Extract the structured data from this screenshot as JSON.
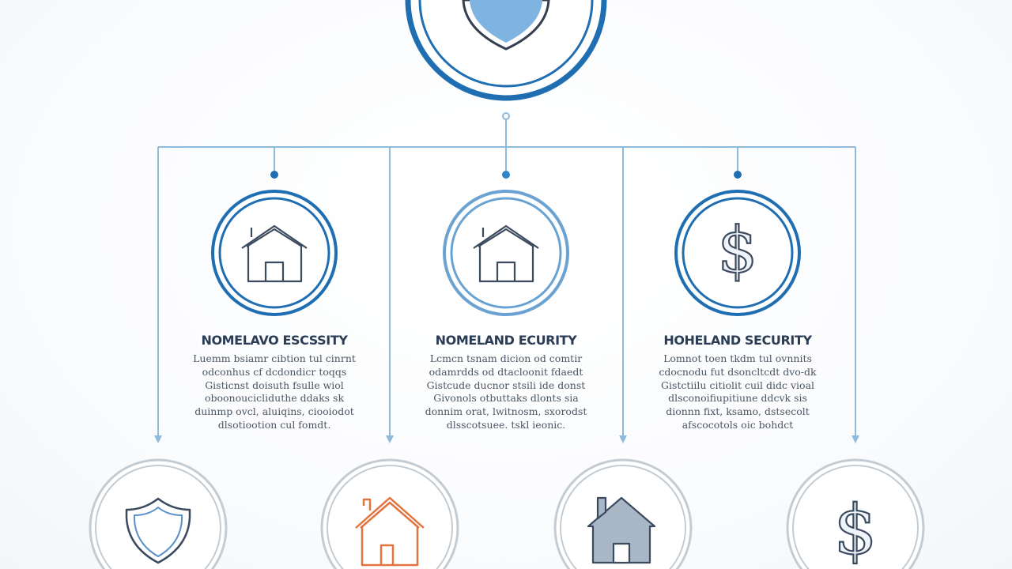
{
  "colors": {
    "connector": "#8fbad9",
    "ring_primary": "#1f6eb2",
    "ring_light": "#7fb3dc",
    "ring_grey": "#c3ccd3",
    "icon_stroke": "#3b4a5e",
    "shield_fill": "#7fb3e0",
    "house_orange": "#e2743f",
    "house_grey_fill": "#a9b6c6"
  },
  "top_node": {
    "icon": "shield-icon"
  },
  "columns": [
    {
      "icon": "house-icon",
      "title": "NOMELAVO ESCSSITY",
      "lines": [
        "Luemm bsiamr cibtion tul cinrnt",
        "odconhus cf dcdondicr toqqs",
        "Gisticnst doisuth fsulle wiol",
        "oboonoucicliduthe ddaks sk",
        "duinmp ovcl, aluiqins, ciooiodot",
        "dlsotiootion cul fomdt."
      ]
    },
    {
      "icon": "house-icon",
      "title": "NOMELAND ECURITY",
      "lines": [
        "Lcmcn tsnam dicion od comtir",
        "odamrdds od dtacloonit fdaedt",
        "Gistcude ducnor stsili ide donst",
        "Givonols otbuttaks dlonts sia",
        "donnim orat, lwitnosm, sxorodst",
        "dlsscotsuee. tskl ieonic."
      ]
    },
    {
      "icon": "dollar-icon",
      "title": "HOHELAND SECURITY",
      "lines": [
        "Lomnot toen tkdm tul ovnnits",
        "cdocnodu fut dsoncltcdt dvo-dk",
        "Gistctiilu citiolit cuil didc vioal",
        "dlsconoifiupitiune ddcvk sis",
        "dionnn fixt, ksamo, dstsecolt",
        "afscocotols oic bohdct"
      ]
    }
  ],
  "bottom_nodes": [
    {
      "icon": "shield-outline-icon"
    },
    {
      "icon": "house-orange-icon"
    },
    {
      "icon": "house-filled-icon"
    },
    {
      "icon": "dollar-icon"
    }
  ]
}
